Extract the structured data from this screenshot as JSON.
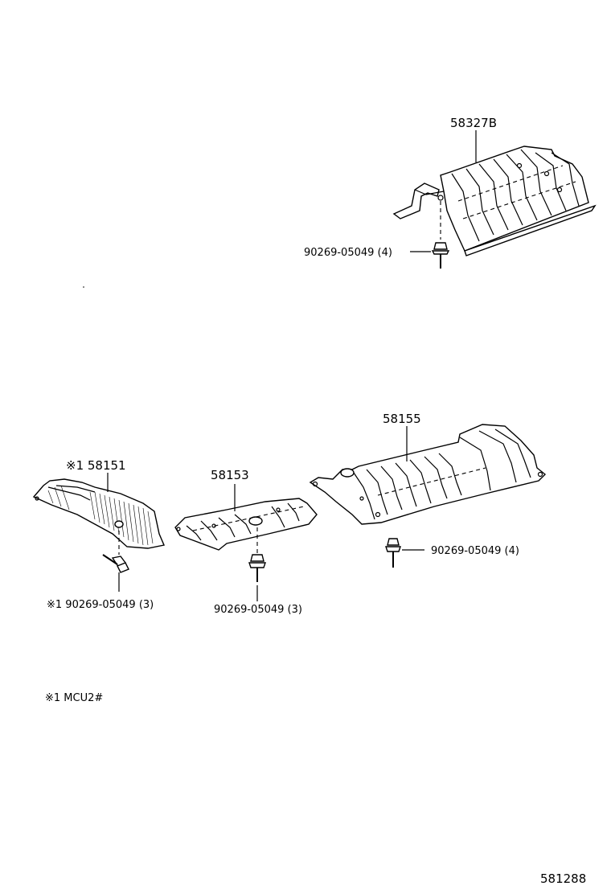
{
  "parts": {
    "p58327b": {
      "number": "58327B",
      "bolt": "90269-05049 (4)"
    },
    "p58155": {
      "number": "58155",
      "bolt": "90269-05049 (4)"
    },
    "p58153": {
      "number": "58153",
      "bolt": "90269-05049 (3)"
    },
    "p58151": {
      "number": "※1 58151",
      "bolt": "※1  90269-05049 (3)"
    }
  },
  "footnote": "※1  MCU2#",
  "diagram_id": "581288"
}
